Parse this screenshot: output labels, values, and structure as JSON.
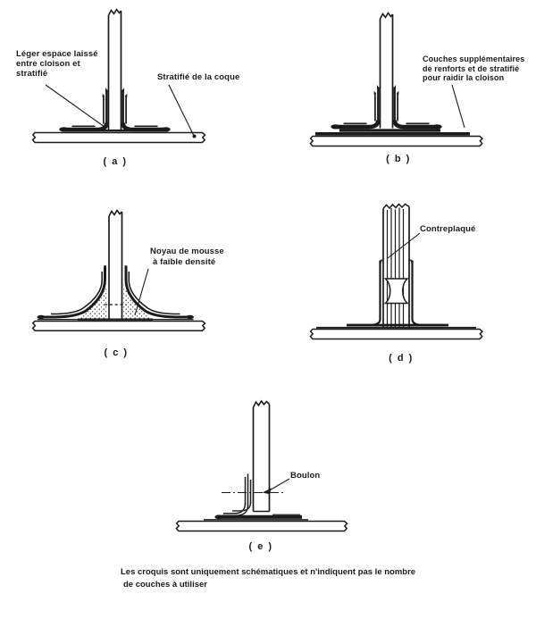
{
  "colors": {
    "ink": "#1b1b1b",
    "paper": "#ffffff"
  },
  "a": {
    "caption": "( a )",
    "label_gap_lines": [
      "Léger espace laissé",
      "entre cloison et",
      "stratifié"
    ],
    "label_hull": "Stratifié de la coque"
  },
  "b": {
    "caption": "( b )",
    "label_layers_lines": [
      "Couches supplémentaires",
      "de renforts et de stratifié",
      "pour raidir la cloison"
    ]
  },
  "c": {
    "caption": "( c )",
    "label_foam_lines": [
      "Noyau de mousse",
      "à faible densité"
    ]
  },
  "d": {
    "caption": "( d )",
    "label_plywood": "Contreplaqué"
  },
  "e": {
    "caption": "( e )",
    "label_bolt": "Boulon"
  },
  "note_lines": [
    "Les croquis sont uniquement schématiques et n'indiquent pas le nombre",
    "de couches à utiliser"
  ]
}
